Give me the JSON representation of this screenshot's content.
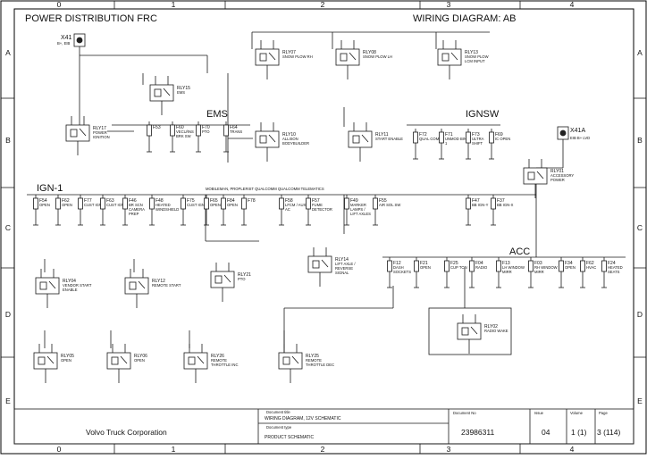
{
  "grid": {
    "columns": [
      "0",
      "1",
      "2",
      "3",
      "4"
    ],
    "rows": [
      "A",
      "B",
      "C",
      "D",
      "E"
    ]
  },
  "headings": {
    "power_distribution": "POWER DISTRIBUTION FRC",
    "wiring_diagram": "WIRING DIAGRAM: AB",
    "ems": "EMS",
    "ignsw": "IGNSW",
    "ign1": "IGN-1",
    "acc": "ACC"
  },
  "batteries": [
    {
      "label": "X41",
      "sub": "B+, EIB"
    },
    {
      "label": "X41A",
      "sub": "EIB B+ LVD"
    }
  ],
  "bus_label": "MOBILEMAN, PROPLERIST QUALCOMM QUALCOMM TELEMATICS",
  "relays": [
    {
      "id": "RLY17",
      "desc": "POWER IGNITION"
    },
    {
      "id": "RLY15",
      "desc": "EMS"
    },
    {
      "id": "RLY07",
      "desc": "SNOW PLOW RH"
    },
    {
      "id": "RLY08",
      "desc": "SNOW PLOW LH"
    },
    {
      "id": "RLY13",
      "desc": "SNOW PLOW LCM INPUT"
    },
    {
      "id": "RLY10",
      "desc": "ALLISON BODYBUILDER"
    },
    {
      "id": "RLY11",
      "desc": "START ENABLE"
    },
    {
      "id": "RLY01",
      "desc": "ACCESSORY POWER"
    },
    {
      "id": "RLY04",
      "desc": "VENDOR START ENABLE"
    },
    {
      "id": "RLY12",
      "desc": "REMOTE START"
    },
    {
      "id": "RLY21",
      "desc": "PTO"
    },
    {
      "id": "RLY14",
      "desc": "LIFT AXLE / REVERSE SIGNAL"
    },
    {
      "id": "RLY02",
      "desc": "RADIO WAKE"
    },
    {
      "id": "RLY05",
      "desc": "OPEN"
    },
    {
      "id": "RLY06",
      "desc": "OPEN"
    },
    {
      "id": "RLY26",
      "desc": "REMOTE THROTTLE INC"
    },
    {
      "id": "RLY25",
      "desc": "REMOTE THROTTLE DEC"
    }
  ],
  "fuses": {
    "ems": [
      {
        "id": "F53",
        "desc": ""
      },
      {
        "id": "F60",
        "desc": "VECU/INS BRK SW"
      },
      {
        "id": "F70",
        "desc": "PTO"
      },
      {
        "id": "F64",
        "desc": "TRANS"
      }
    ],
    "ignsw": [
      {
        "id": "F72",
        "desc": "QUAL COMM"
      },
      {
        "id": "F71",
        "desc": "UNMOD BIN 1"
      },
      {
        "id": "F73",
        "desc": "ULTRA SHIFT"
      },
      {
        "id": "F69",
        "desc": "IC OPEN"
      }
    ],
    "ign": [
      {
        "id": "F54",
        "desc": "OPEN"
      },
      {
        "id": "F62",
        "desc": "OPEN"
      },
      {
        "id": "F77",
        "desc": "CUST IGN"
      },
      {
        "id": "F63",
        "desc": "CUST IGN"
      },
      {
        "id": "F46",
        "desc": "BR SCN CAMERA PREP"
      },
      {
        "id": "F48",
        "desc": "HEATED WINDSHIELD"
      },
      {
        "id": "F75",
        "desc": "CUST IGN"
      },
      {
        "id": "F65",
        "desc": "OPEN"
      },
      {
        "id": "F84",
        "desc": "OPEN"
      },
      {
        "id": "F78",
        "desc": ""
      },
      {
        "id": "F58",
        "desc": "LFCM / AUX AC"
      },
      {
        "id": "F57",
        "desc": "FUME DETECTOR"
      },
      {
        "id": "F49",
        "desc": "MARKER LAMPS / LIFT AXLES"
      },
      {
        "id": "F55",
        "desc": "AIR SOL SW"
      },
      {
        "id": "F47",
        "desc": "BB IGN-Y"
      },
      {
        "id": "F37",
        "desc": "BB IGN-X"
      }
    ],
    "acc": [
      {
        "id": "F12",
        "desc": "DASH SOCKETS"
      },
      {
        "id": "F21",
        "desc": "OPEN"
      },
      {
        "id": "F25",
        "desc": "CUP TON"
      },
      {
        "id": "F04",
        "desc": "RADIO"
      },
      {
        "id": "F13",
        "desc": "LH WINDOW MIRR"
      },
      {
        "id": "F03",
        "desc": "RH WINDOW MIRR"
      },
      {
        "id": "F34",
        "desc": "OPEN"
      },
      {
        "id": "F62",
        "desc": "HVAC"
      },
      {
        "id": "F24",
        "desc": "HEATED SEATS"
      }
    ]
  },
  "title_block": {
    "company": "Volvo Truck Corporation",
    "document_title_label": "Document title",
    "document_title": "WIRING DIAGRAM, 12V SCHEMATIC",
    "document_type_label": "Document type",
    "document_type": "PRODUCT SCHEMATIC",
    "document_no_label": "Document No",
    "document_no": "23986311",
    "issue_label": "Issue",
    "issue": "04",
    "volume_label": "Volume",
    "volume": "1 (1)",
    "page_label": "Page",
    "page": "3 (114)"
  }
}
